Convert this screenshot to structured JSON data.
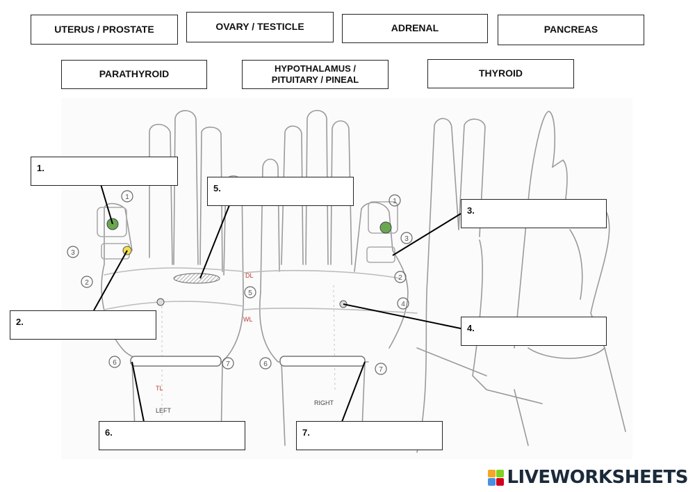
{
  "word_bank": [
    "UTERUS / PROSTATE",
    "OVARY / TESTICLE",
    "ADRENAL",
    "PANCREAS",
    "PARATHYROID",
    "HYPOTHALAMUS /\nPITUITARY / PINEAL",
    "THYROID"
  ],
  "answer_boxes": {
    "b1": "1.",
    "b2": "2.",
    "b3": "3.",
    "b4": "4.",
    "b5": "5.",
    "b6": "6.",
    "b7": "7."
  },
  "hand_labels": {
    "left": "LEFT",
    "right": "RIGHT",
    "tl": "TL",
    "dl": "DL",
    "wl": "WL"
  },
  "circle_numbers": [
    "1",
    "3",
    "2",
    "5",
    "4",
    "6",
    "7"
  ],
  "brand": {
    "name": "LIVEWORKSHEETS",
    "logo_colors": [
      "#f5a623",
      "#7ed321",
      "#4a90e2",
      "#d0021b"
    ]
  }
}
